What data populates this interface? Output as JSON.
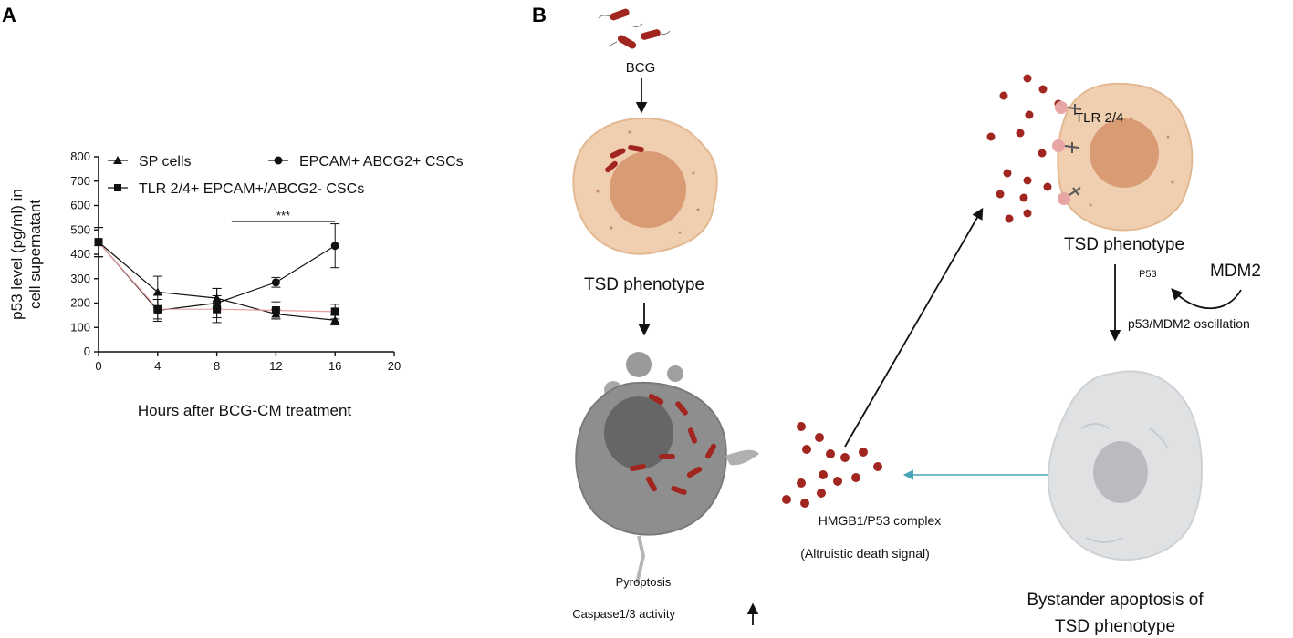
{
  "panel_a": {
    "letter": "A"
  },
  "panel_b": {
    "letter": "B"
  },
  "chart_data": {
    "type": "line",
    "title": "",
    "xlabel": "Hours after BCG-CM treatment",
    "ylabel": "p53 level (pg/ml) in cell supernatant",
    "ylabel_lines": [
      "p53 level (pg/ml) in",
      "cell supernatant"
    ],
    "xlim": [
      0,
      20
    ],
    "ylim": [
      0,
      800
    ],
    "x_ticks": [
      0,
      4,
      8,
      12,
      16,
      20
    ],
    "y_ticks": [
      0,
      100,
      200,
      300,
      400,
      500,
      600,
      700,
      800
    ],
    "grid": false,
    "legend_position": "top",
    "x": [
      0,
      4,
      8,
      12,
      16
    ],
    "significance": {
      "label": "***",
      "x_range": [
        9,
        16
      ],
      "y": 535
    },
    "series": [
      {
        "name": "SP cells",
        "marker": "triangle",
        "color": "#111111",
        "values": [
          450,
          245,
          220,
          155,
          130
        ],
        "errors": [
          60,
          65,
          40,
          20,
          20
        ]
      },
      {
        "name": "EPCAM+ ABCG2+ CSCs",
        "marker": "circle",
        "color": "#111111",
        "values": [
          450,
          170,
          200,
          285,
          435
        ],
        "errors": [
          60,
          45,
          60,
          20,
          90
        ]
      },
      {
        "name": "TLR 2/4+ EPCAM+/ABCG2- CSCs",
        "marker": "square",
        "color": "#e8a0a0",
        "values": [
          450,
          175,
          175,
          170,
          165
        ],
        "errors": [
          60,
          40,
          55,
          35,
          30
        ]
      }
    ]
  },
  "diagram": {
    "bcg": "BCG",
    "tsd_left": "TSD phenotype",
    "tsd_right": "TSD phenotype",
    "tlr": "TLR 2/4",
    "p53": "P53",
    "mdm2": "MDM2",
    "oscillation": "p53/MDM2 oscillation",
    "hmgb1": "HMGB1/P53 complex",
    "altruistic": "(Altruistic death signal)",
    "pyroptosis": "Pyroptosis",
    "caspase": "Caspase1/3 activity",
    "bystander_1": "Bystander apoptosis of",
    "bystander_2": "TSD phenotype",
    "colors": {
      "cell_tan": "#f0cfb0",
      "nucleus": "#d99b74",
      "dead_cell": "#8e8e8e",
      "dead_cell_light": "#dfe1e3",
      "bacteria": "#a0261f",
      "arrow_teal": "#4aa3b5"
    }
  }
}
